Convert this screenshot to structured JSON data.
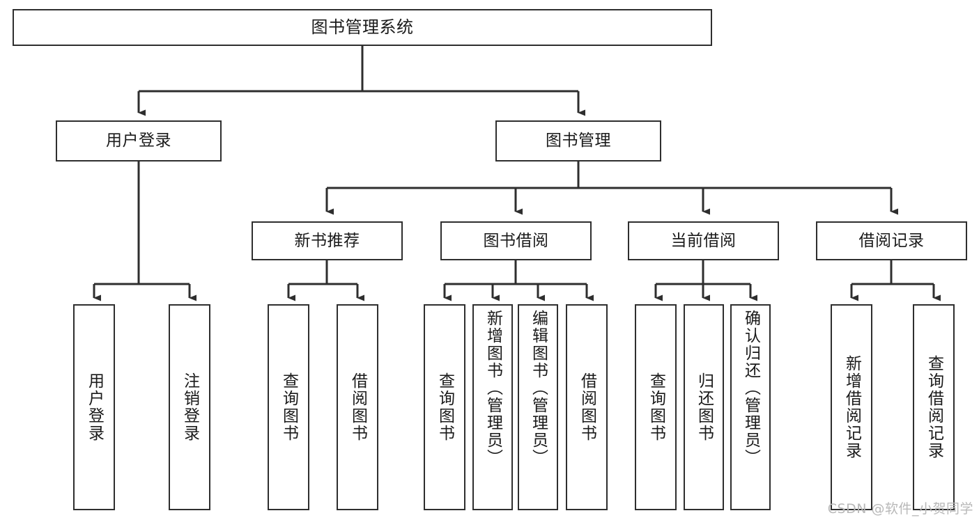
{
  "diagram": {
    "title": "图书管理系统",
    "type": "tree-hierarchy-chart",
    "watermark": "CSDN @软件_小贺同学",
    "colors": {
      "background": "#ffffff",
      "stroke": "#2e2e2e",
      "text": "#1a1a1a",
      "watermark": "#b8b8b8"
    },
    "nodes": {
      "root": {
        "label": "图书管理系统"
      },
      "level2": [
        {
          "label": "用户登录"
        },
        {
          "label": "图书管理"
        }
      ],
      "level3": [
        {
          "label": "新书推荐"
        },
        {
          "label": "图书借阅"
        },
        {
          "label": "当前借阅"
        },
        {
          "label": "借阅记录"
        }
      ],
      "leaves": {
        "user_login": [
          {
            "label": "用户登录"
          },
          {
            "label": "注销登录"
          }
        ],
        "new_book": [
          {
            "label": "查询图书"
          },
          {
            "label": "借阅图书"
          }
        ],
        "book_borrow": [
          {
            "label": "查询图书"
          },
          {
            "label": "新增图书（管理员）"
          },
          {
            "label": "编辑图书（管理员）"
          },
          {
            "label": "借阅图书"
          }
        ],
        "current_borrow": [
          {
            "label": "查询图书"
          },
          {
            "label": "归还图书"
          },
          {
            "label": "确认归还（管理员）"
          }
        ],
        "borrow_record": [
          {
            "label": "新增借阅记录"
          },
          {
            "label": "查询借阅记录"
          }
        ]
      }
    }
  }
}
